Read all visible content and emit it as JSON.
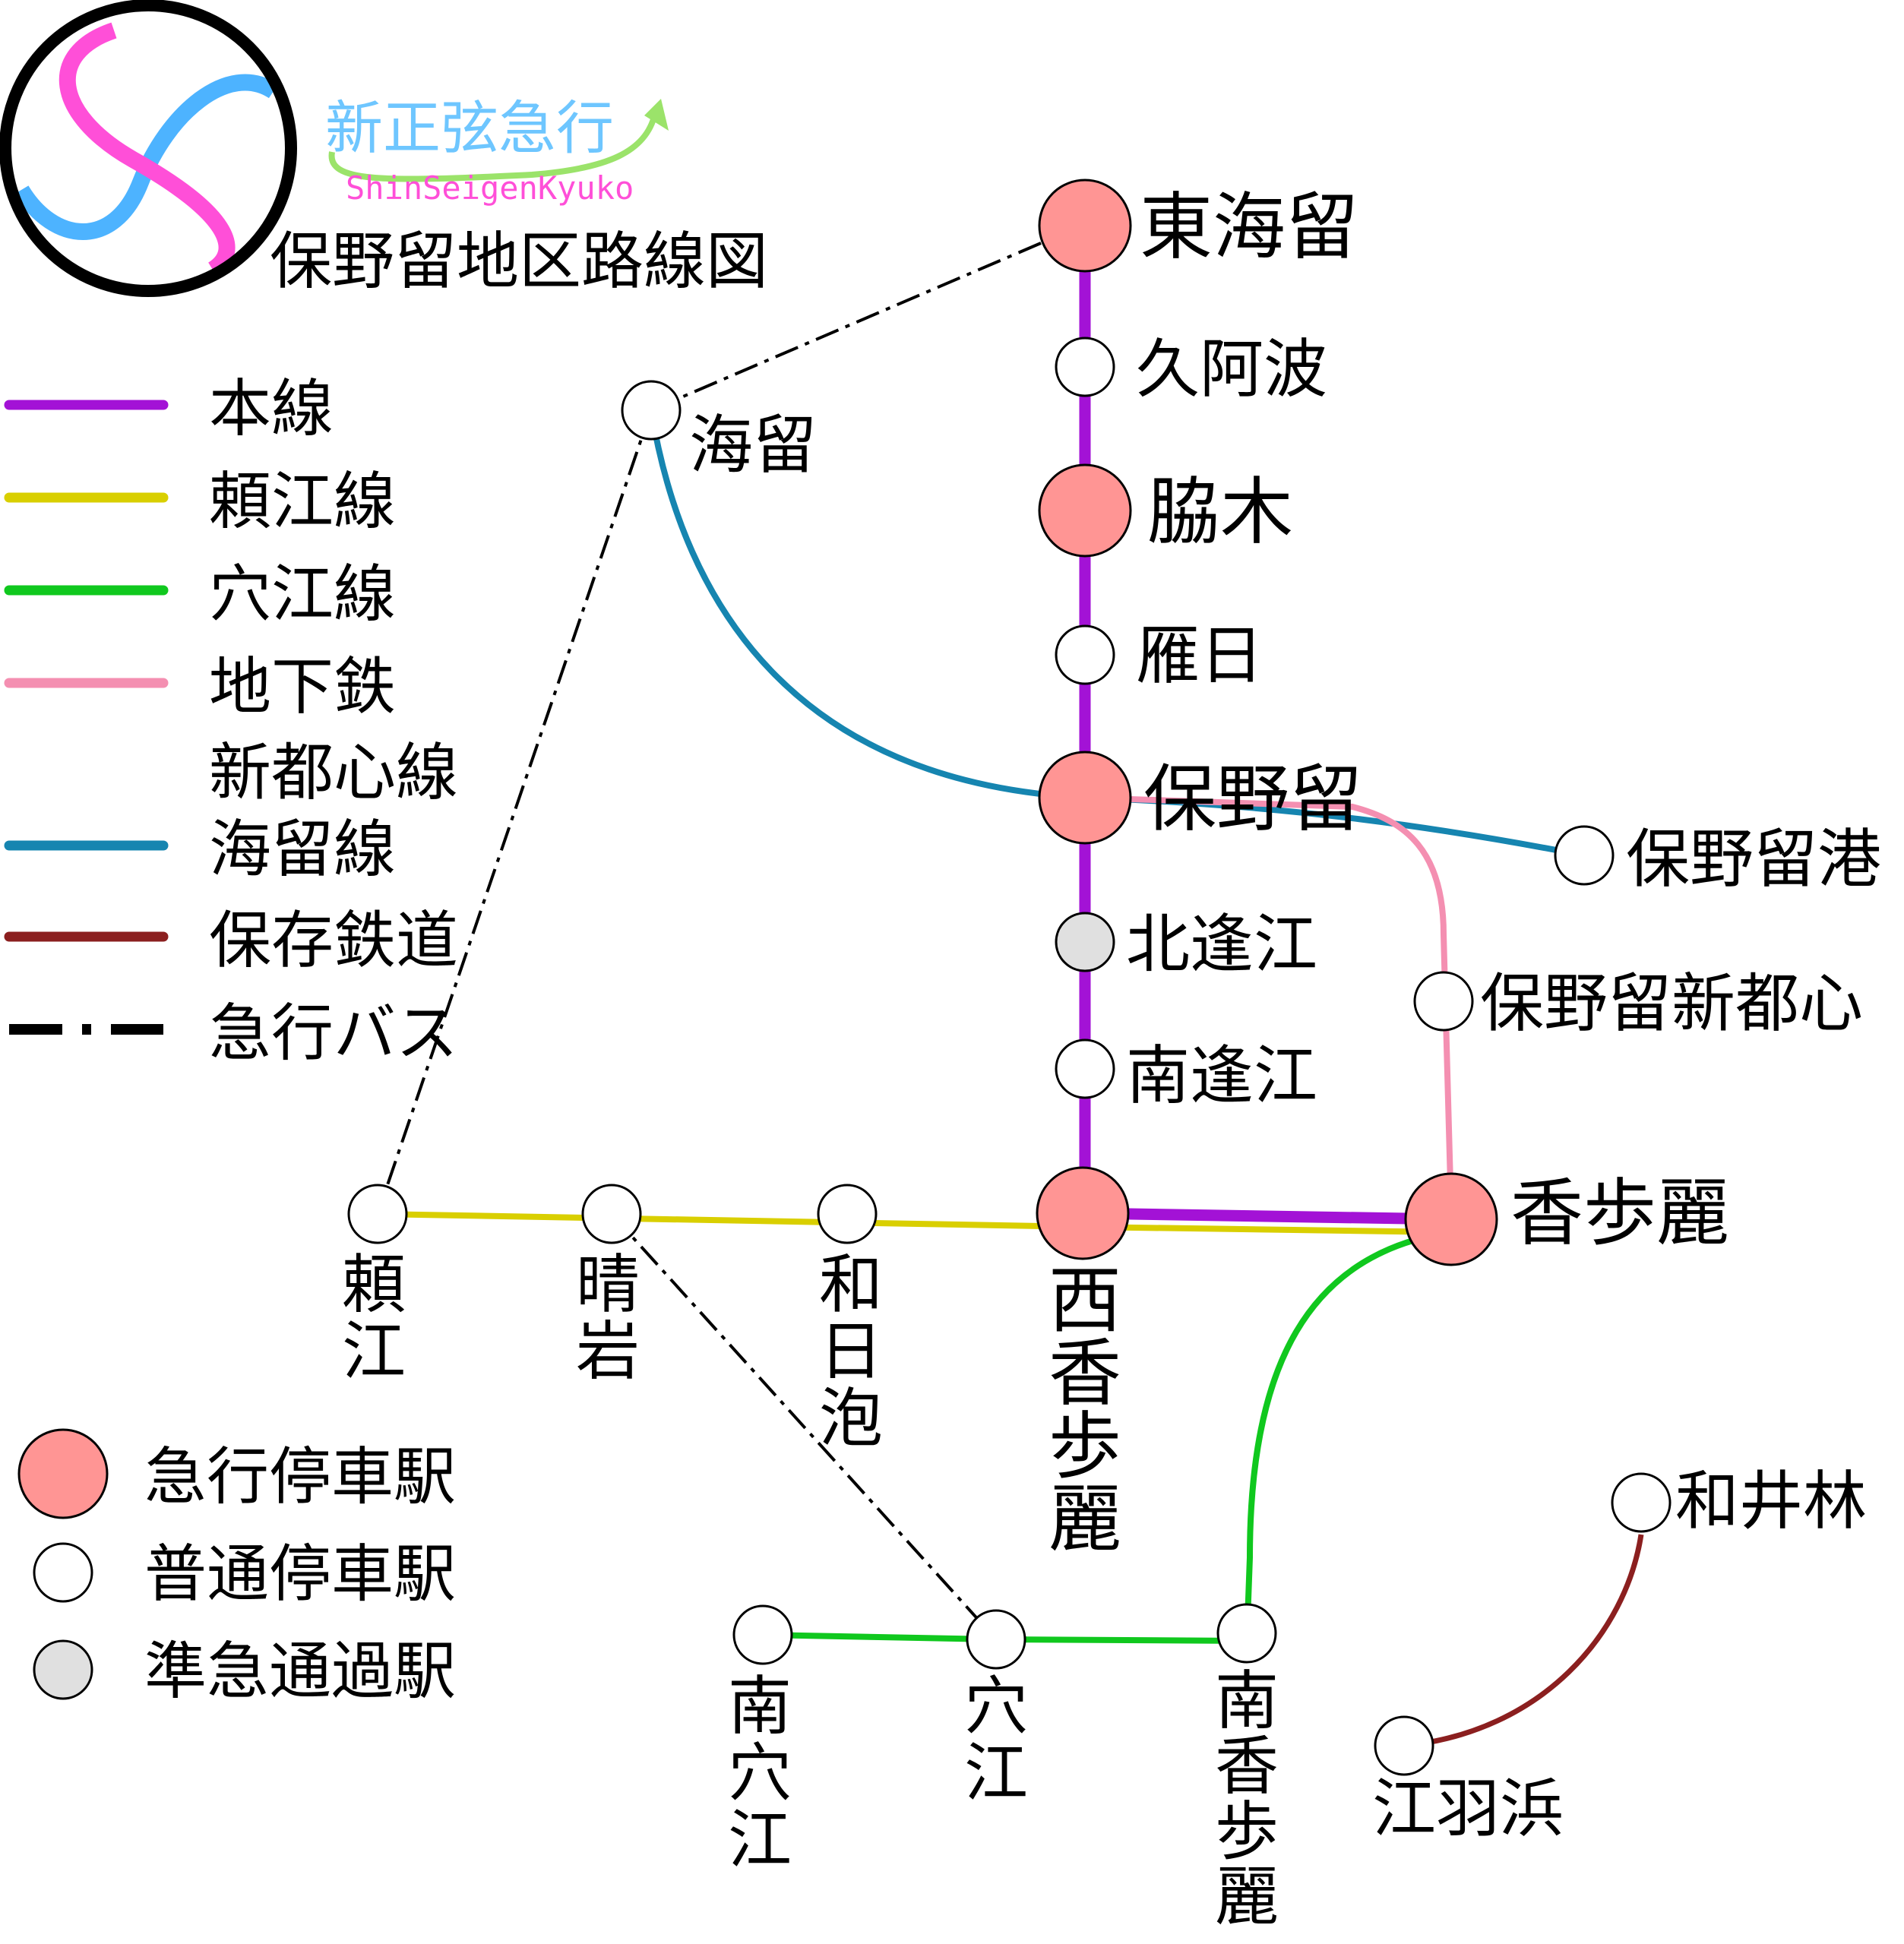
{
  "title": "保野留地区路線図",
  "brand": {
    "name_ja": "新正弦急行",
    "name_en": "ShinSeigenKyuko"
  },
  "colors": {
    "main": "#a312d6",
    "yorie": "#d9cf00",
    "anae": "#10c81e",
    "subway": "#f48fb1",
    "kairu": "#1685b0",
    "heritage": "#8b1f1f",
    "bus": "#000000",
    "express_stop": "#ff9594",
    "local_stop": "#ffffff",
    "pass_stop": "#e0e0e0",
    "logo_pink": "#ff4fd8",
    "logo_blue": "#4db3ff"
  },
  "legend": {
    "lines": [
      {
        "label": "本線"
      },
      {
        "label": "頼江線"
      },
      {
        "label": "穴江線"
      },
      {
        "label": "地下鉄\n新都心線"
      },
      {
        "label": "海留線"
      },
      {
        "label": "保存鉄道"
      },
      {
        "label": "急行バス"
      }
    ],
    "stops": [
      {
        "label": "急行停車駅"
      },
      {
        "label": "普通停車駅"
      },
      {
        "label": "準急通過駅"
      }
    ]
  },
  "stations": {
    "higashi_kairu": "東海留",
    "kuahami": "久阿波",
    "kyouki": "脇木",
    "ganbi": "雁日",
    "honoru": "保野留",
    "kita_houe": "北逢江",
    "minami_houe": "南逢江",
    "nishi_kaburei": "西香歩麗",
    "kaburei": "香歩麗",
    "kairu": "海留",
    "honoru_port": "保野留港",
    "honoru_shintoshin": "保野留新都心",
    "yorie": "頼江",
    "seigan": "晴岩",
    "wabiho": "和日泡",
    "anae": "穴江",
    "minami_anae": "南穴江",
    "minami_kaburei": "南香歩麗",
    "waibayashi": "和井林",
    "ehahama": "江羽浜"
  }
}
